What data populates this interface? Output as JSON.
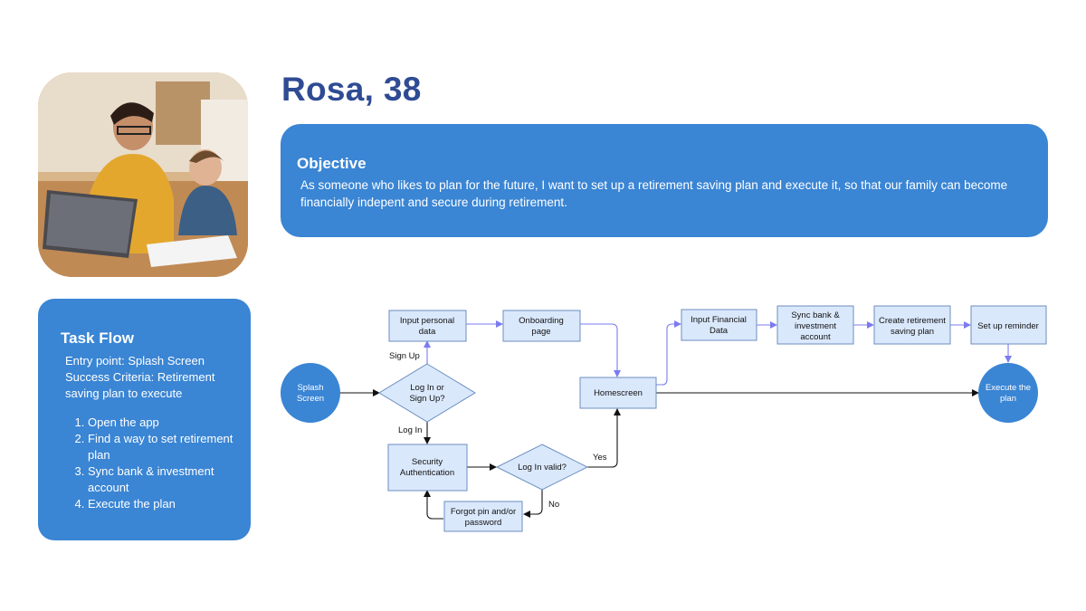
{
  "persona": {
    "name": "Rosa, 38"
  },
  "objective": {
    "heading": "Objective",
    "text": "As someone who likes to plan for the future, I want to set up a retirement saving plan and execute it, so that our family can become financially indepent and secure during retirement."
  },
  "task_flow": {
    "heading": "Task Flow",
    "entry_point": "Entry point: Splash Screen",
    "success_criteria": "Success Criteria: Retirement saving plan to execute",
    "steps": [
      "Open the app",
      "Find a way to set retirement plan",
      "Sync bank & investment account",
      "Execute the plan"
    ]
  },
  "flow": {
    "nodes": {
      "splash": [
        "Splash",
        "Screen"
      ],
      "decision_login": [
        "Log In or",
        "Sign Up?"
      ],
      "input_personal": [
        "Input personal",
        "data"
      ],
      "onboarding": [
        "Onboarding",
        "page"
      ],
      "security": [
        "Security",
        "Authentication"
      ],
      "login_valid": [
        "Log In valid?"
      ],
      "forgot": [
        "Forgot pin and/or",
        "password"
      ],
      "homescreen": [
        "Homescreen"
      ],
      "input_financial": [
        "Input Financial",
        "Data"
      ],
      "sync": [
        "Sync bank &",
        "investment",
        "account"
      ],
      "create_plan": [
        "Create retirement",
        "saving plan"
      ],
      "reminder": [
        "Set up reminder"
      ],
      "execute": [
        "Execute the",
        "plan"
      ]
    },
    "edge_labels": {
      "sign_up": "Sign Up",
      "log_in": "Log In",
      "yes": "Yes",
      "no": "No"
    },
    "colors": {
      "accent": "#3a85d4",
      "title": "#2f4b94",
      "node_fill": "#dae8fc",
      "node_stroke": "#6c8ebf",
      "arrow_purple": "#7b7bf0"
    }
  }
}
